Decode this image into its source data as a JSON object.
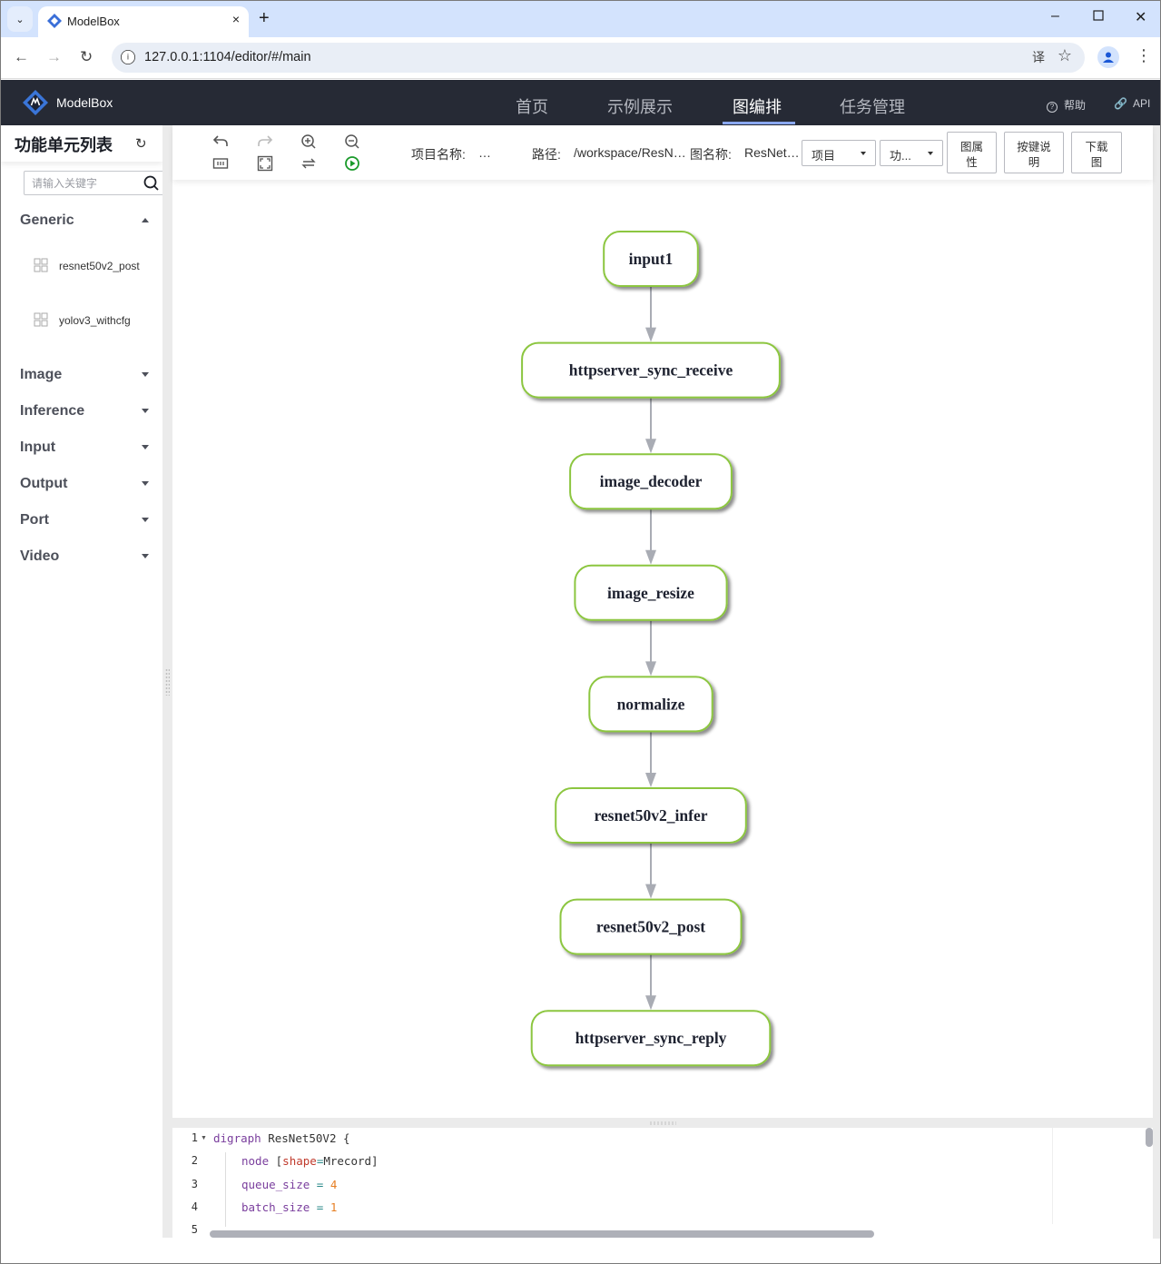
{
  "browser": {
    "tab_title": "ModelBox",
    "url": "127.0.0.1:1104/editor/#/main",
    "new_tab_symbol": "+",
    "tab_close_symbol": "×"
  },
  "header": {
    "brand": "ModelBox",
    "nav": [
      {
        "label": "首页",
        "active": false
      },
      {
        "label": "示例展示",
        "active": false
      },
      {
        "label": "图编排",
        "active": true
      },
      {
        "label": "任务管理",
        "active": false
      }
    ],
    "help_label": "帮助",
    "api_label": "API",
    "active_color": "#8aa8f0"
  },
  "sidebar": {
    "title": "功能单元列表",
    "search_placeholder": "请输入关键字",
    "categories": [
      {
        "label": "Generic",
        "expanded": true,
        "units": [
          "resnet50v2_post",
          "yolov3_withcfg"
        ]
      },
      {
        "label": "Image",
        "expanded": false
      },
      {
        "label": "Inference",
        "expanded": false
      },
      {
        "label": "Input",
        "expanded": false
      },
      {
        "label": "Output",
        "expanded": false
      },
      {
        "label": "Port",
        "expanded": false
      },
      {
        "label": "Video",
        "expanded": false
      }
    ]
  },
  "toolbar": {
    "icons": [
      "undo-icon",
      "redo-icon",
      "zoom-in-icon",
      "zoom-out-icon",
      "fit-width-icon",
      "fullscreen-icon",
      "swap-icon",
      "run-icon"
    ],
    "project_name_label": "项目名称:",
    "project_name_value": "…",
    "path_label": "路径:",
    "path_value": "/workspace/ResN…",
    "graph_name_label": "图名称:",
    "graph_name_value": "ResNet…",
    "project_select": "项目",
    "function_select": "功...",
    "graph_props_button": "图属性",
    "shortcuts_button": "按键说明",
    "download_button": "下载图",
    "run_color": "#1a9a2a"
  },
  "graph": {
    "node_border_color": "#8cc63f",
    "edge_color": "#a9acb4",
    "nodes": [
      "input1",
      "httpserver_sync_receive",
      "image_decoder",
      "image_resize",
      "normalize",
      "resnet50v2_infer",
      "resnet50v2_post",
      "httpserver_sync_reply"
    ],
    "edges": [
      [
        "input1",
        "httpserver_sync_receive"
      ],
      [
        "httpserver_sync_receive",
        "image_decoder"
      ],
      [
        "image_decoder",
        "image_resize"
      ],
      [
        "image_resize",
        "normalize"
      ],
      [
        "normalize",
        "resnet50v2_infer"
      ],
      [
        "resnet50v2_infer",
        "resnet50v2_post"
      ],
      [
        "resnet50v2_post",
        "httpserver_sync_reply"
      ]
    ]
  },
  "editor": {
    "line_numbers": [
      "1",
      "2",
      "3",
      "4",
      "5"
    ],
    "lines": [
      {
        "tokens": [
          {
            "t": "digraph",
            "c": "kw"
          },
          {
            "t": " ResNet50V2 {",
            "c": "plain"
          }
        ]
      },
      {
        "tokens": [
          {
            "t": "node",
            "c": "kw"
          },
          {
            "t": " [",
            "c": "plain"
          },
          {
            "t": "shape",
            "c": "attr"
          },
          {
            "t": "=",
            "c": "op"
          },
          {
            "t": "Mrecord]",
            "c": "plain"
          }
        ]
      },
      {
        "tokens": [
          {
            "t": "queue_size",
            "c": "kw"
          },
          {
            "t": " = ",
            "c": "op"
          },
          {
            "t": "4",
            "c": "num"
          }
        ]
      },
      {
        "tokens": [
          {
            "t": "batch_size",
            "c": "kw"
          },
          {
            "t": " = ",
            "c": "op"
          },
          {
            "t": "1",
            "c": "num"
          }
        ]
      },
      {
        "tokens": []
      }
    ]
  }
}
